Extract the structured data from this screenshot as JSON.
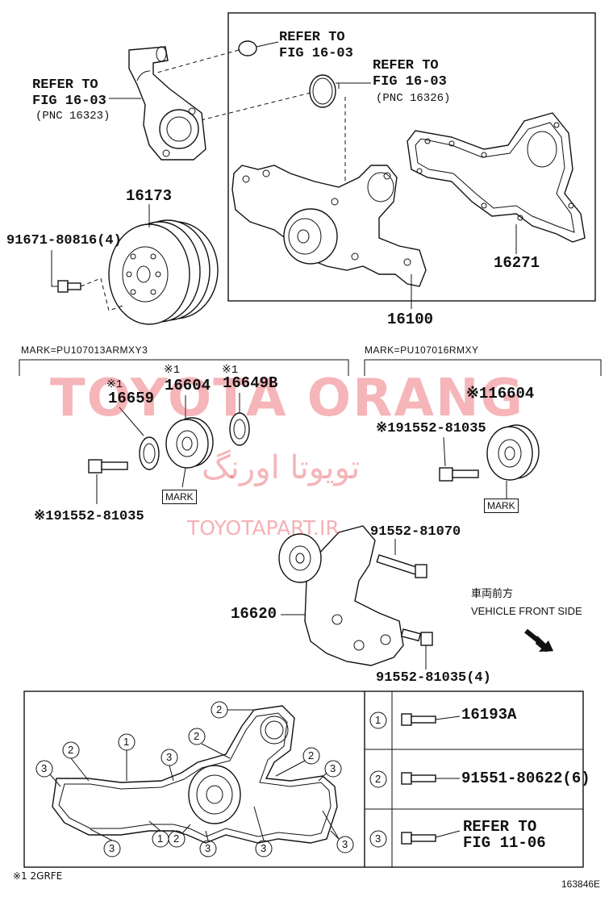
{
  "callouts": {
    "refer_top_right_1": [
      "REFER TO",
      "FIG 16-03"
    ],
    "refer_top_right_2": [
      "REFER TO",
      "FIG 16-03"
    ],
    "pnc_16326": "(PNC 16326)",
    "refer_left": [
      "REFER TO",
      "FIG 16-03"
    ],
    "pnc_16323": "(PNC 16323)",
    "p16173": "16173",
    "p91671": "91671-80816(4)",
    "p16271": "16271",
    "p16100": "16100"
  },
  "groups": {
    "left_mark": "MARK=PU107013ARMXY3",
    "right_mark": "MARK=PU107016RMXY"
  },
  "left_group": {
    "star_16659": "※1",
    "p16659": "16659",
    "star_16604": "※1",
    "p16604": "16604",
    "star_16649": "※1",
    "p16649B": "16649B",
    "mark_box": "MARK",
    "bolt": "※191552-81035"
  },
  "right_group": {
    "p16604": "※116604",
    "bolt": "※191552-81035",
    "mark_box": "MARK"
  },
  "tensioner": {
    "bolt_top": "91552-81070",
    "p16620": "16620",
    "bolt_bottom": "91552-81035(4)"
  },
  "direction": {
    "jp": "車両前方",
    "en": "VEHICLE FRONT SIDE"
  },
  "legend": [
    {
      "num": "1",
      "text": [
        "16193A"
      ]
    },
    {
      "num": "2",
      "text": [
        "91551-80622(6)"
      ]
    },
    {
      "num": "3",
      "text": [
        "REFER TO",
        "FIG 11-06"
      ]
    }
  ],
  "footer": {
    "note": "※1 2GRFE",
    "fig_code": "163846E"
  },
  "watermark": {
    "brand": "TOYOTA ORANG",
    "persian": "تویوتا اورنگ",
    "site": "TOYOTAPART.IR"
  }
}
